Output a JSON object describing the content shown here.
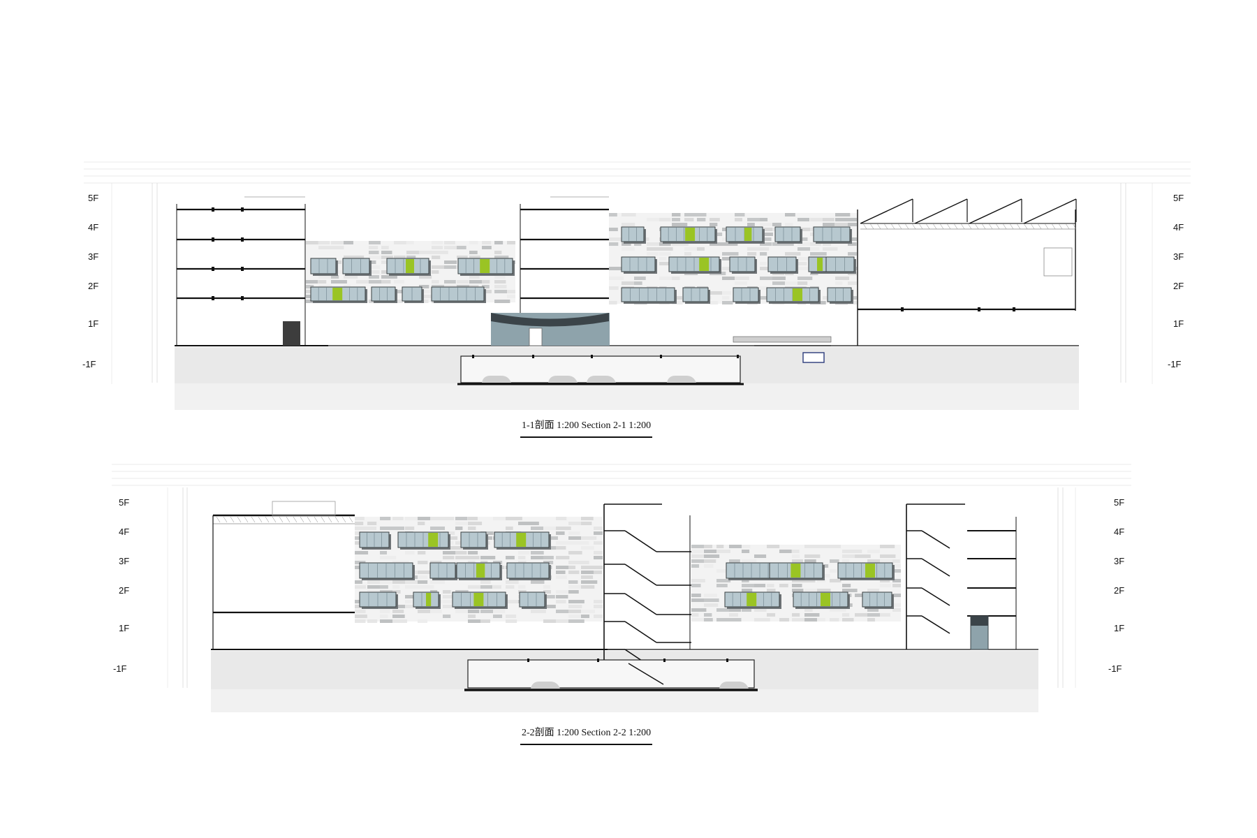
{
  "sections": [
    {
      "id": "section-1",
      "caption": "1-1剖面 1:200  Section 2-1 1:200",
      "floors": [
        "5F",
        "4F",
        "3F",
        "2F",
        "1F",
        "-1F"
      ]
    },
    {
      "id": "section-2",
      "caption": "2-2剖面 1:200  Section 2-2 1:200",
      "floors": [
        "5F",
        "4F",
        "3F",
        "2F",
        "1F",
        "-1F"
      ]
    }
  ],
  "colors": {
    "line": "#111111",
    "facade_panel": "#cfd2d4",
    "glass": "#b7c8cf",
    "accent_green": "#9ac424",
    "ground_fill": "#ececec",
    "dark_glass": "#3b4449"
  }
}
